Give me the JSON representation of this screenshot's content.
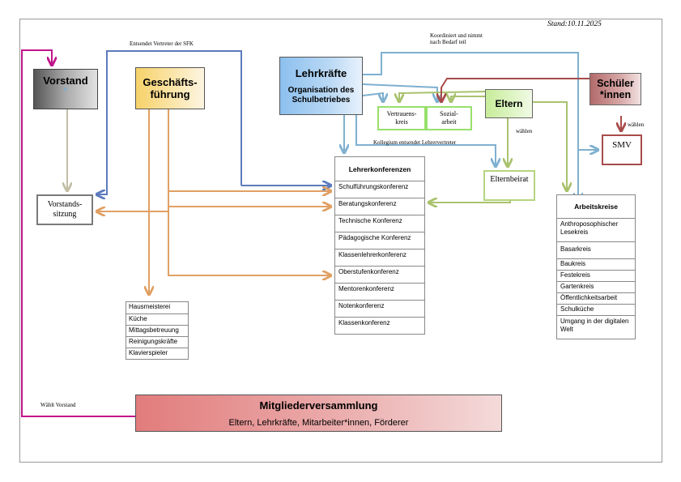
{
  "stand": "Stand:10.11.2025",
  "nodes": {
    "vorstand": "Vorstand",
    "geschaeftsfuehrung": [
      "Geschäfts-",
      "führung"
    ],
    "lehrkraefte": {
      "title": "Lehrkräfte",
      "subtitle_1": "Organisation des",
      "subtitle_2": "Schulbetriebes"
    },
    "schueler": [
      "Schüler",
      "*innen"
    ],
    "eltern": "Eltern",
    "vertrauenskreis": [
      "Vertrauens-",
      "kreis"
    ],
    "sozialarbeit": [
      "Sozial-",
      "arbeit"
    ],
    "elternbeirat": "Elternbeirat",
    "smv": "SMV",
    "vorstandssitzung": [
      "Vorstands-",
      "sitzung"
    ],
    "mitgliederversammlung": {
      "title": "Mitgliederversammlung",
      "subtitle": "Eltern, Lehrkräfte, Mitarbeiter*innen, Förderer"
    }
  },
  "lehrerkonferenzen": {
    "header": "Lehrerkonferenzen",
    "items": [
      "Schulführungskonferenz",
      "Beratungskonferenz",
      "Technische Konferenz",
      "Pädagogische Konferenz",
      "Klassenlehrerkonferenz",
      "Oberstufenkonferenz",
      "Mentorenkonferenz",
      "Notenkonferenz",
      "Klassenkonferenz"
    ]
  },
  "arbeitskreise": {
    "header": "Arbeitskreise",
    "items": [
      "Anthroposophischer Lesekreis",
      "Basarkreis",
      "Baukreis",
      "Festekreis",
      "Gartenkreis",
      "Öffentlichkeitsarbeit",
      "Schulküche",
      "Umgang in der digitalen Welt"
    ]
  },
  "verwaltung": {
    "items": [
      "Hausmeisterei",
      "Küche",
      "Mittagsbetreuung",
      "Reinigungskräfte",
      "Klavierspieler"
    ]
  },
  "labels": {
    "entsendet_sfk": "Entsendet Vertreter der SFK",
    "koordiniert_1": "Koordiniert und nimmt",
    "koordiniert_2": "nach Bedarf teil",
    "kollegium": "Kollegium entsendet Lehrervertreter",
    "waehlen_eltern": "wählen",
    "waehlen_schueler": "wählen",
    "waehlt_vorstand": "Wählt Vorstand"
  },
  "colors": {
    "blue_dark": "#5b7bbd",
    "blue_light": "#7fb0d0",
    "orange": "#e0a063",
    "green": "#a9c26e",
    "red": "#a84a4a",
    "magenta": "#c0168a",
    "taupe": "#c2bfa6"
  }
}
